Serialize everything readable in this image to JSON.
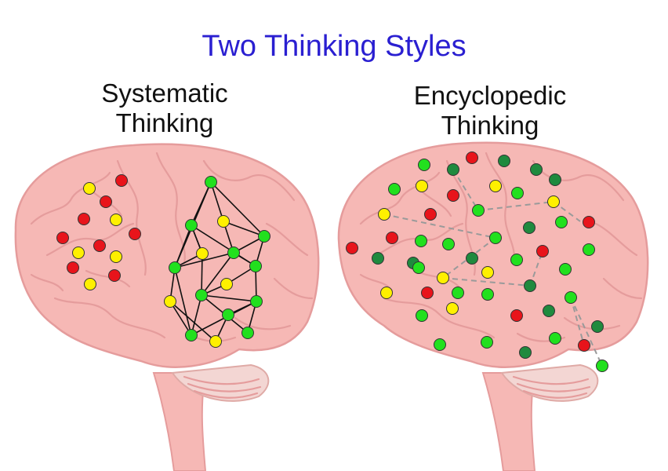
{
  "title": "Two Thinking Styles",
  "subtitles": {
    "left_line1": "Systematic",
    "left_line2": "Thinking",
    "right_line1": "Encyclopedic",
    "right_line2": "Thinking"
  },
  "colors": {
    "title": "#2a1fd1",
    "brain_fill": "#f6b8b5",
    "brain_stroke": "#e59c9c",
    "cerebellum": "#f3d6d3",
    "node_red": "#e8141b",
    "node_yellow": "#fff000",
    "node_green": "#22e01e",
    "node_darkgreen": "#1f8a3e",
    "link_black": "#111111",
    "link_dashed": "#9a9a9a"
  },
  "node_color_names": [
    "red",
    "yellow",
    "green",
    "darkgreen"
  ]
}
